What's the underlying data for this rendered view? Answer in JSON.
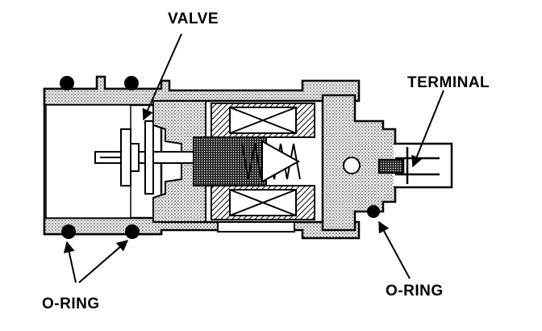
{
  "labels": {
    "valve": "VALVE",
    "terminal": "TERMINAL",
    "o_ring_left": "O-RING",
    "o_ring_right": "O-RING"
  },
  "colors": {
    "ink": "#000000",
    "paper": "#ffffff"
  }
}
